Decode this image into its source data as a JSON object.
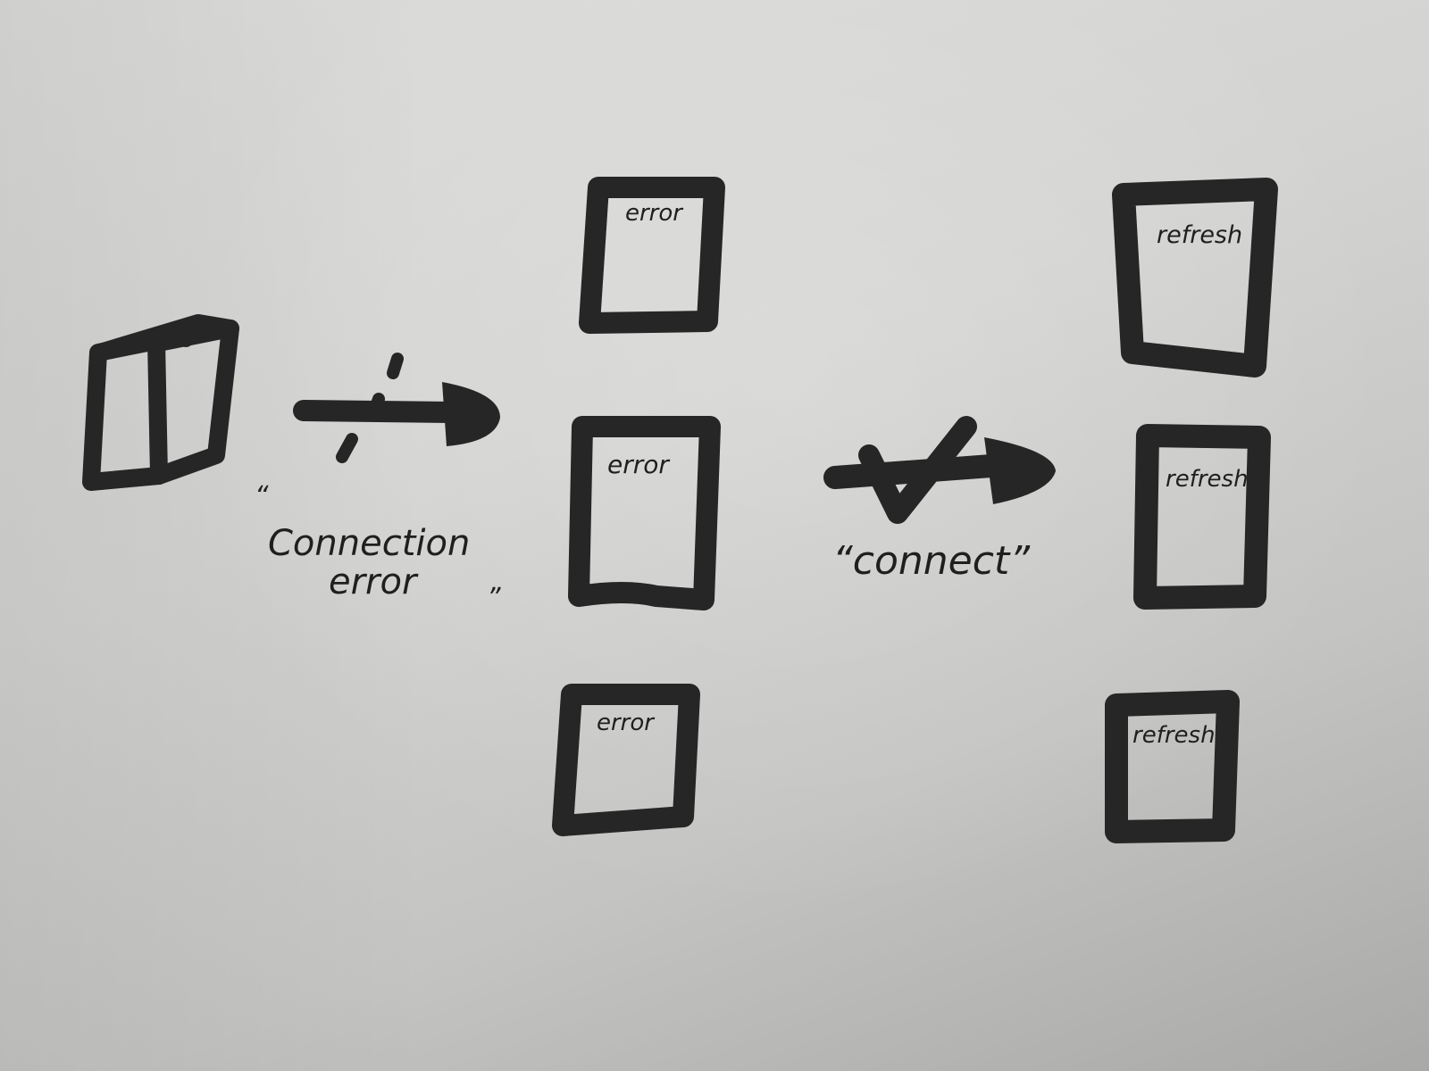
{
  "labels": {
    "quote_open_1": "“",
    "connection_error_line1": "Connection",
    "connection_error_line2": "error",
    "quote_close_1": "”",
    "connect": "“connect”"
  },
  "screens": {
    "error_top": "error",
    "error_middle": "error",
    "error_bottom": "error",
    "refresh_top": "refresh",
    "refresh_middle": "refresh",
    "refresh_bottom": "refresh"
  },
  "colors": {
    "ink": "#262626",
    "paper": "#d8d8d6"
  }
}
